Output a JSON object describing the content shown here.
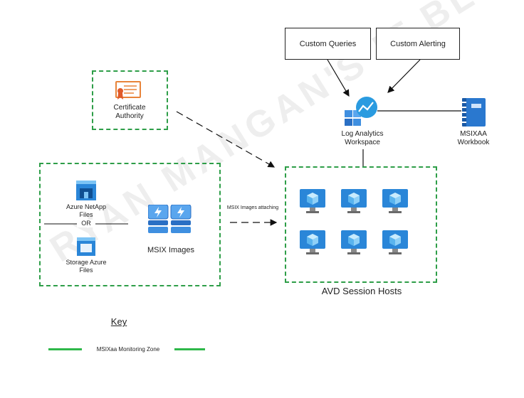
{
  "watermark": "RYAN MANGAN'S IT BLOG",
  "boxes": {
    "custom_queries": "Custom Queries",
    "custom_alerting": "Custom Alerting"
  },
  "certificate_authority": {
    "line1": "Certificate",
    "line2": "Authority",
    "icon": "certificate-icon"
  },
  "log_analytics": {
    "line1": "Log Analytics",
    "line2": "Workspace",
    "icon": "log-analytics-icon"
  },
  "workbook": {
    "line1": "MSIXAA",
    "line2": "Workbook",
    "icon": "workbook-icon"
  },
  "storage": {
    "netapp_line1": "Azure NetApp",
    "netapp_line2": "Files",
    "or": "OR",
    "azure_line1": "Storage Azure",
    "azure_line2": "Files"
  },
  "msix_images": "MSIX Images",
  "attaching_label": "MSIX Images attaching",
  "session_hosts": {
    "label": "AVD Session Hosts",
    "count": 6,
    "icon": "virtual-machine-icon"
  },
  "key": {
    "title": "Key",
    "legend": "MSIXaa Monitoring Zone"
  },
  "colors": {
    "zone": "#2e9e48",
    "azure_blue": "#1f6fc4",
    "cert_orange": "#e8843a",
    "workbook_blue": "#2a78cf"
  }
}
